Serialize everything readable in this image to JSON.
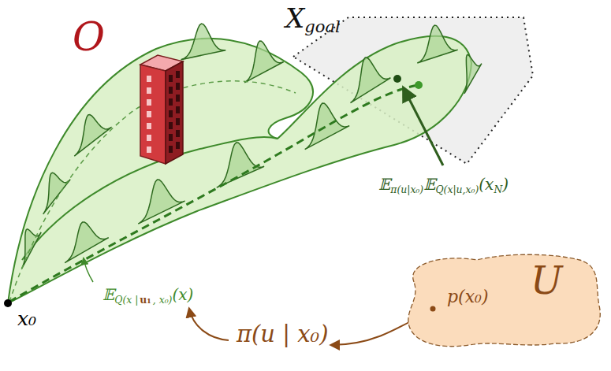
{
  "diagram": {
    "nodes": [
      {
        "text": [
          "p(x₀)",
          "U"
        ]
      }
    ],
    "labels": [
      "O",
      "X",
      "goal",
      "𝔼",
      "π(u|x₀)",
      "𝔼",
      "Q(x|u,x₀)",
      "(x",
      "N",
      ")",
      "𝔼",
      "Q(x |",
      "u₁",
      ", x₀)",
      "(x)",
      "x₀",
      "π(u | x₀)"
    ]
  }
}
